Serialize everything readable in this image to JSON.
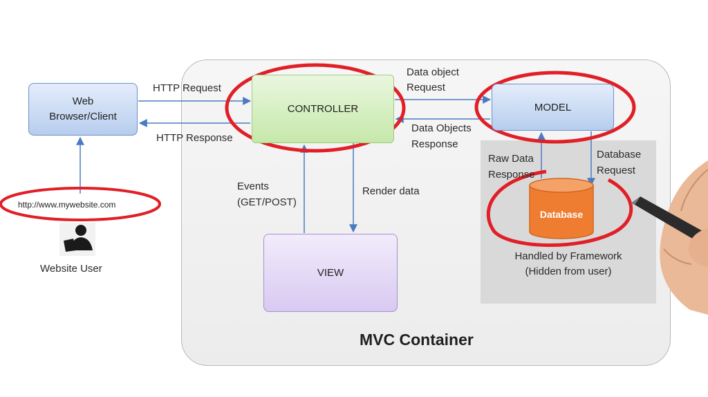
{
  "browser": {
    "line1": "Web",
    "line2": "Browser/Client"
  },
  "controller": {
    "label": "CONTROLLER"
  },
  "model": {
    "label": "MODEL"
  },
  "view": {
    "label": "VIEW"
  },
  "database": {
    "label": "Database"
  },
  "url": {
    "text": "http://www.mywebsite.com"
  },
  "user": {
    "label": "Website User"
  },
  "container": {
    "title": "MVC Container"
  },
  "framework": {
    "line1": "Handled by Framework",
    "line2": "(Hidden from user)"
  },
  "edges": {
    "http_request": "HTTP Request",
    "http_response": "HTTP Response",
    "data_object_request_1": "Data object",
    "data_object_request_2": "Request",
    "data_objects_response_1": "Data Objects",
    "data_objects_response_2": "Response",
    "raw_data_response_1": "Raw Data",
    "raw_data_response_2": "Response",
    "database_request_1": "Database",
    "database_request_2": "Request",
    "events_1": "Events",
    "events_2": "(GET/POST)",
    "render_data": "Render data"
  },
  "colors": {
    "annotation": "#e01f26",
    "arrow": "#4a7bc2",
    "database": "#ee7d31"
  }
}
